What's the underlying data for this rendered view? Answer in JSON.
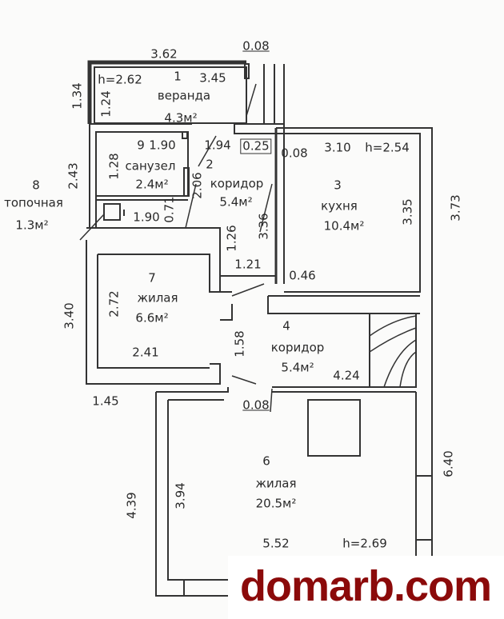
{
  "rooms": [
    {
      "num": "1",
      "name": "веранда",
      "area": "4.3м²"
    },
    {
      "num": "2",
      "name": "коридор",
      "area": "5.4м²"
    },
    {
      "num": "3",
      "name": "кухня",
      "area": "10.4м²"
    },
    {
      "num": "4",
      "name": "коридор",
      "area": "5.4м²"
    },
    {
      "num": "6",
      "name": "жилая",
      "area": "20.5м²"
    },
    {
      "num": "7",
      "name": "жилая",
      "area": "6.6м²"
    },
    {
      "num": "8",
      "name": "топочная",
      "area": "1.3м²"
    },
    {
      "num": "9",
      "name": "санузел",
      "area": "2.4м²"
    }
  ],
  "dims": {
    "d362": "3.62",
    "d008a": "0.08",
    "d134": "1.34",
    "h262": "h=2.62",
    "d345": "3.45",
    "d124": "1.24",
    "d190a": "1.90",
    "d194": "1.94",
    "d025": "0.25",
    "d008b": "0.08",
    "d310": "3.10",
    "h254": "h=2.54",
    "d243": "2.43",
    "d128": "1.28",
    "d206": "2.06",
    "d335": "3.35",
    "d373": "3.73",
    "d190b": "1.90",
    "d071": "0.71",
    "d336": "3.36",
    "d126": "1.26",
    "d121": "1.21",
    "d046": "0.46",
    "d272": "2.72",
    "d340": "3.40",
    "d241": "2.41",
    "d158": "1.58",
    "d424": "4.24",
    "d145": "1.45",
    "d008c": "0.08",
    "d394": "3.94",
    "d439": "4.39",
    "d640": "6.40",
    "d552": "5.52",
    "h269": "h=2.69"
  },
  "watermark": "domarb.com",
  "colors": {
    "wall": "#333333",
    "watermark": "#8b0a0a"
  }
}
